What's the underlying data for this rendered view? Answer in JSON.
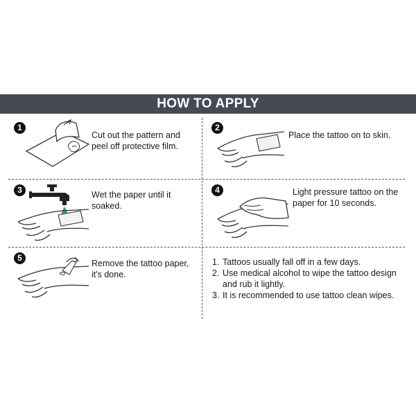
{
  "title": "HOW TO APPLY",
  "steps": [
    {
      "number": "1",
      "text": "Cut out the pattern and peel off protective film."
    },
    {
      "number": "2",
      "text": "Place the tattoo on to skin."
    },
    {
      "number": "3",
      "text": "Wet the paper until it soaked."
    },
    {
      "number": "4",
      "text": "Light pressure tattoo on the paper for 10 seconds."
    },
    {
      "number": "5",
      "text": "Remove the tattoo paper, it's done."
    }
  ],
  "notes": [
    {
      "number": "1.",
      "text": "Tattoos usually fall off in a few days."
    },
    {
      "number": "2.",
      "text": "Use medical alcohol to wipe the tattoo design and rub it lightly."
    },
    {
      "number": "3.",
      "text": "It is recommended to use tattoo clean wipes."
    }
  ],
  "colors": {
    "header_bg": "#454a55",
    "water_drop": "#2aa58a"
  }
}
